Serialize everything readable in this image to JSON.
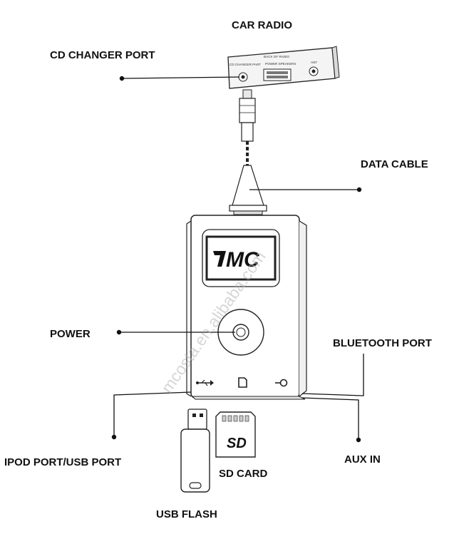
{
  "labels": {
    "car_radio": "CAR RADIO",
    "cd_changer_port": "CD CHANGER PORT",
    "data_cable": "DATA CABLE",
    "power": "POWER",
    "bluetooth_port": "BLUETOOTH PORT",
    "ipod_usb_port": "IPOD PORT/USB PORT",
    "aux_in": "AUX IN",
    "sd_card": "SD CARD",
    "usb_flash": "USB FLASH"
  },
  "radio_panel": {
    "title": "BACK OF RADIO",
    "cd_port": "CD CHANGER PART",
    "power_speakers": "POWER SPEAKERS",
    "ant": "ANT"
  },
  "device": {
    "logo": "MC"
  },
  "sd_logo": "SD",
  "watermark": "mcosta.en.alibaba.com",
  "colors": {
    "ink": "#111111",
    "outline": "#222222",
    "background": "#ffffff",
    "watermark": "#b5b5b5"
  }
}
